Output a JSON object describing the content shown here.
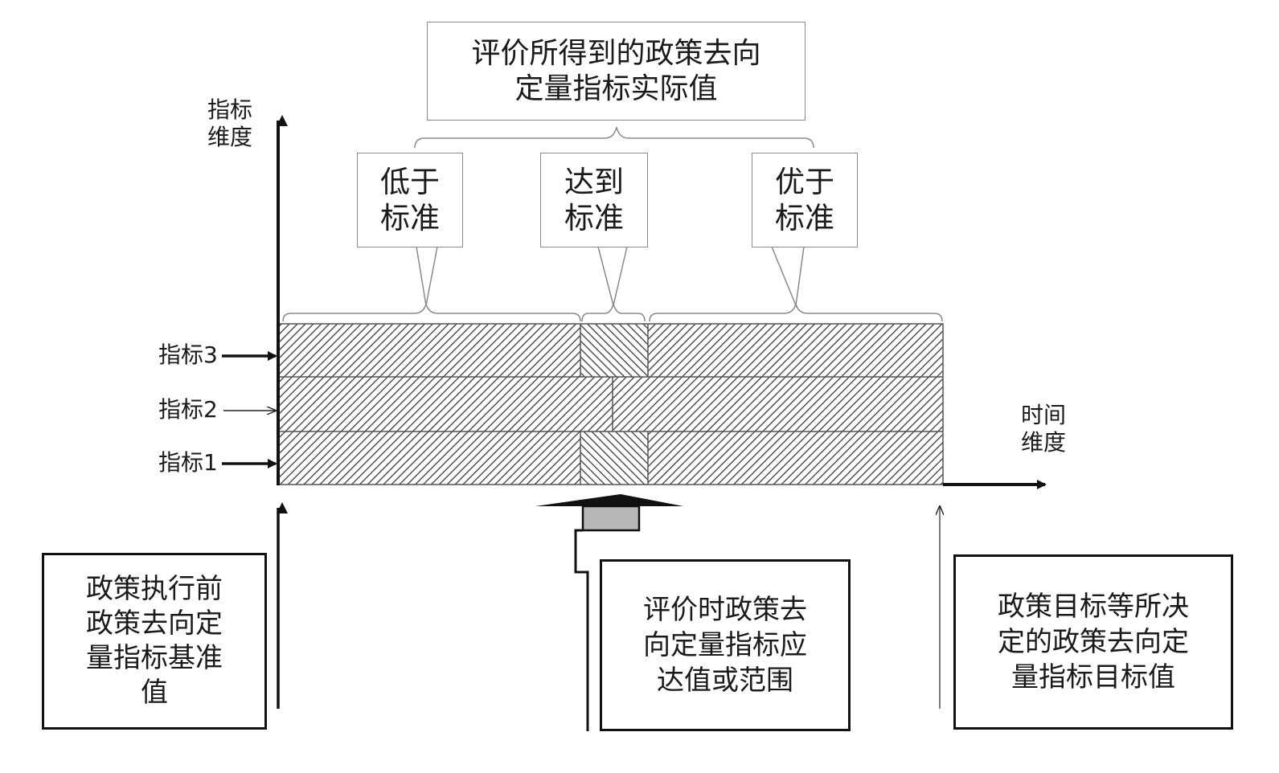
{
  "axes": {
    "y_label": "指标\n维度",
    "x_label": "时间\n维度"
  },
  "indicators": [
    "指标1",
    "指标2",
    "指标3"
  ],
  "top_box": "评价所得到的政策去向\n定量指标实际值",
  "levels": [
    "低于\n标准",
    "达到\n标准",
    "优于\n标准"
  ],
  "bottom_boxes": {
    "baseline": "政策执行前\n政策去向定\n量指标基准\n值",
    "required": "评价时政策去\n向定量指标应\n达值或范围",
    "target": "政策目标等所决\n定的政策去向定\n量指标目标值"
  }
}
